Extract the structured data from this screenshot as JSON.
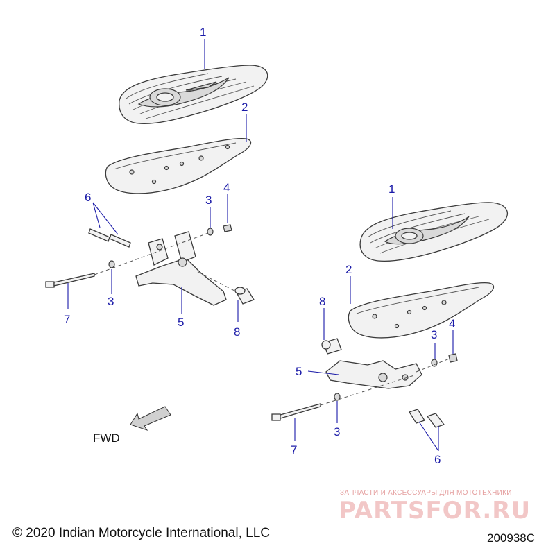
{
  "diagram": {
    "callouts_left": [
      "1",
      "2",
      "3",
      "4",
      "3",
      "6",
      "5",
      "7",
      "8"
    ],
    "callouts_right": [
      "1",
      "2",
      "3",
      "4",
      "8",
      "5",
      "3",
      "7",
      "6"
    ],
    "fwd_label": "FWD",
    "copyright": "© 2020 Indian Motorcycle International, LLC",
    "drawing_number": "200938C",
    "watermark_tagline": "ЗАПЧАСТИ И АКСЕССУАРЫ ДЛЯ МОТОТЕХНИКИ",
    "watermark_logo": "PARTSFOR.RU"
  },
  "colors": {
    "callout": "#1a1aa8",
    "line": "#3a3a3a",
    "watermark": "#e5a0a0"
  }
}
